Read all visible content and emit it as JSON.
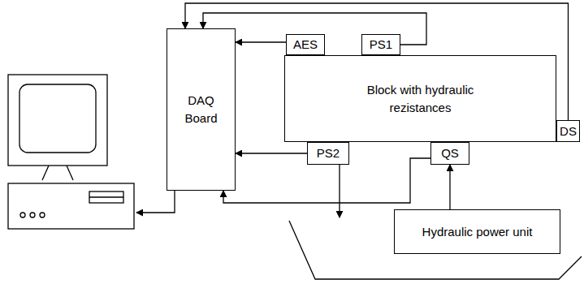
{
  "diagram": {
    "nodes": [
      {
        "text": [
          "DAQ Board"
        ]
      },
      {
        "text": [
          "Block with hydraulic rezistances"
        ]
      },
      {
        "text": [
          "AES"
        ]
      },
      {
        "text": [
          "PS1"
        ]
      },
      {
        "text": [
          "DS"
        ]
      },
      {
        "text": [
          "PS2"
        ]
      },
      {
        "text": [
          "QS"
        ]
      },
      {
        "text": [
          "Hydraulic power unit"
        ]
      }
    ],
    "edges": [
      {
        "from": 2,
        "to": 0,
        "arrow": "to"
      },
      {
        "from": 3,
        "to": 0,
        "arrow": "to"
      },
      {
        "from": 4,
        "to": 0,
        "arrow": "to"
      },
      {
        "from": 5,
        "to": 0,
        "arrow": "to"
      },
      {
        "from": 6,
        "to": 0,
        "arrow": "to"
      },
      {
        "from": 7,
        "to": 6,
        "arrow": "to"
      }
    ]
  }
}
